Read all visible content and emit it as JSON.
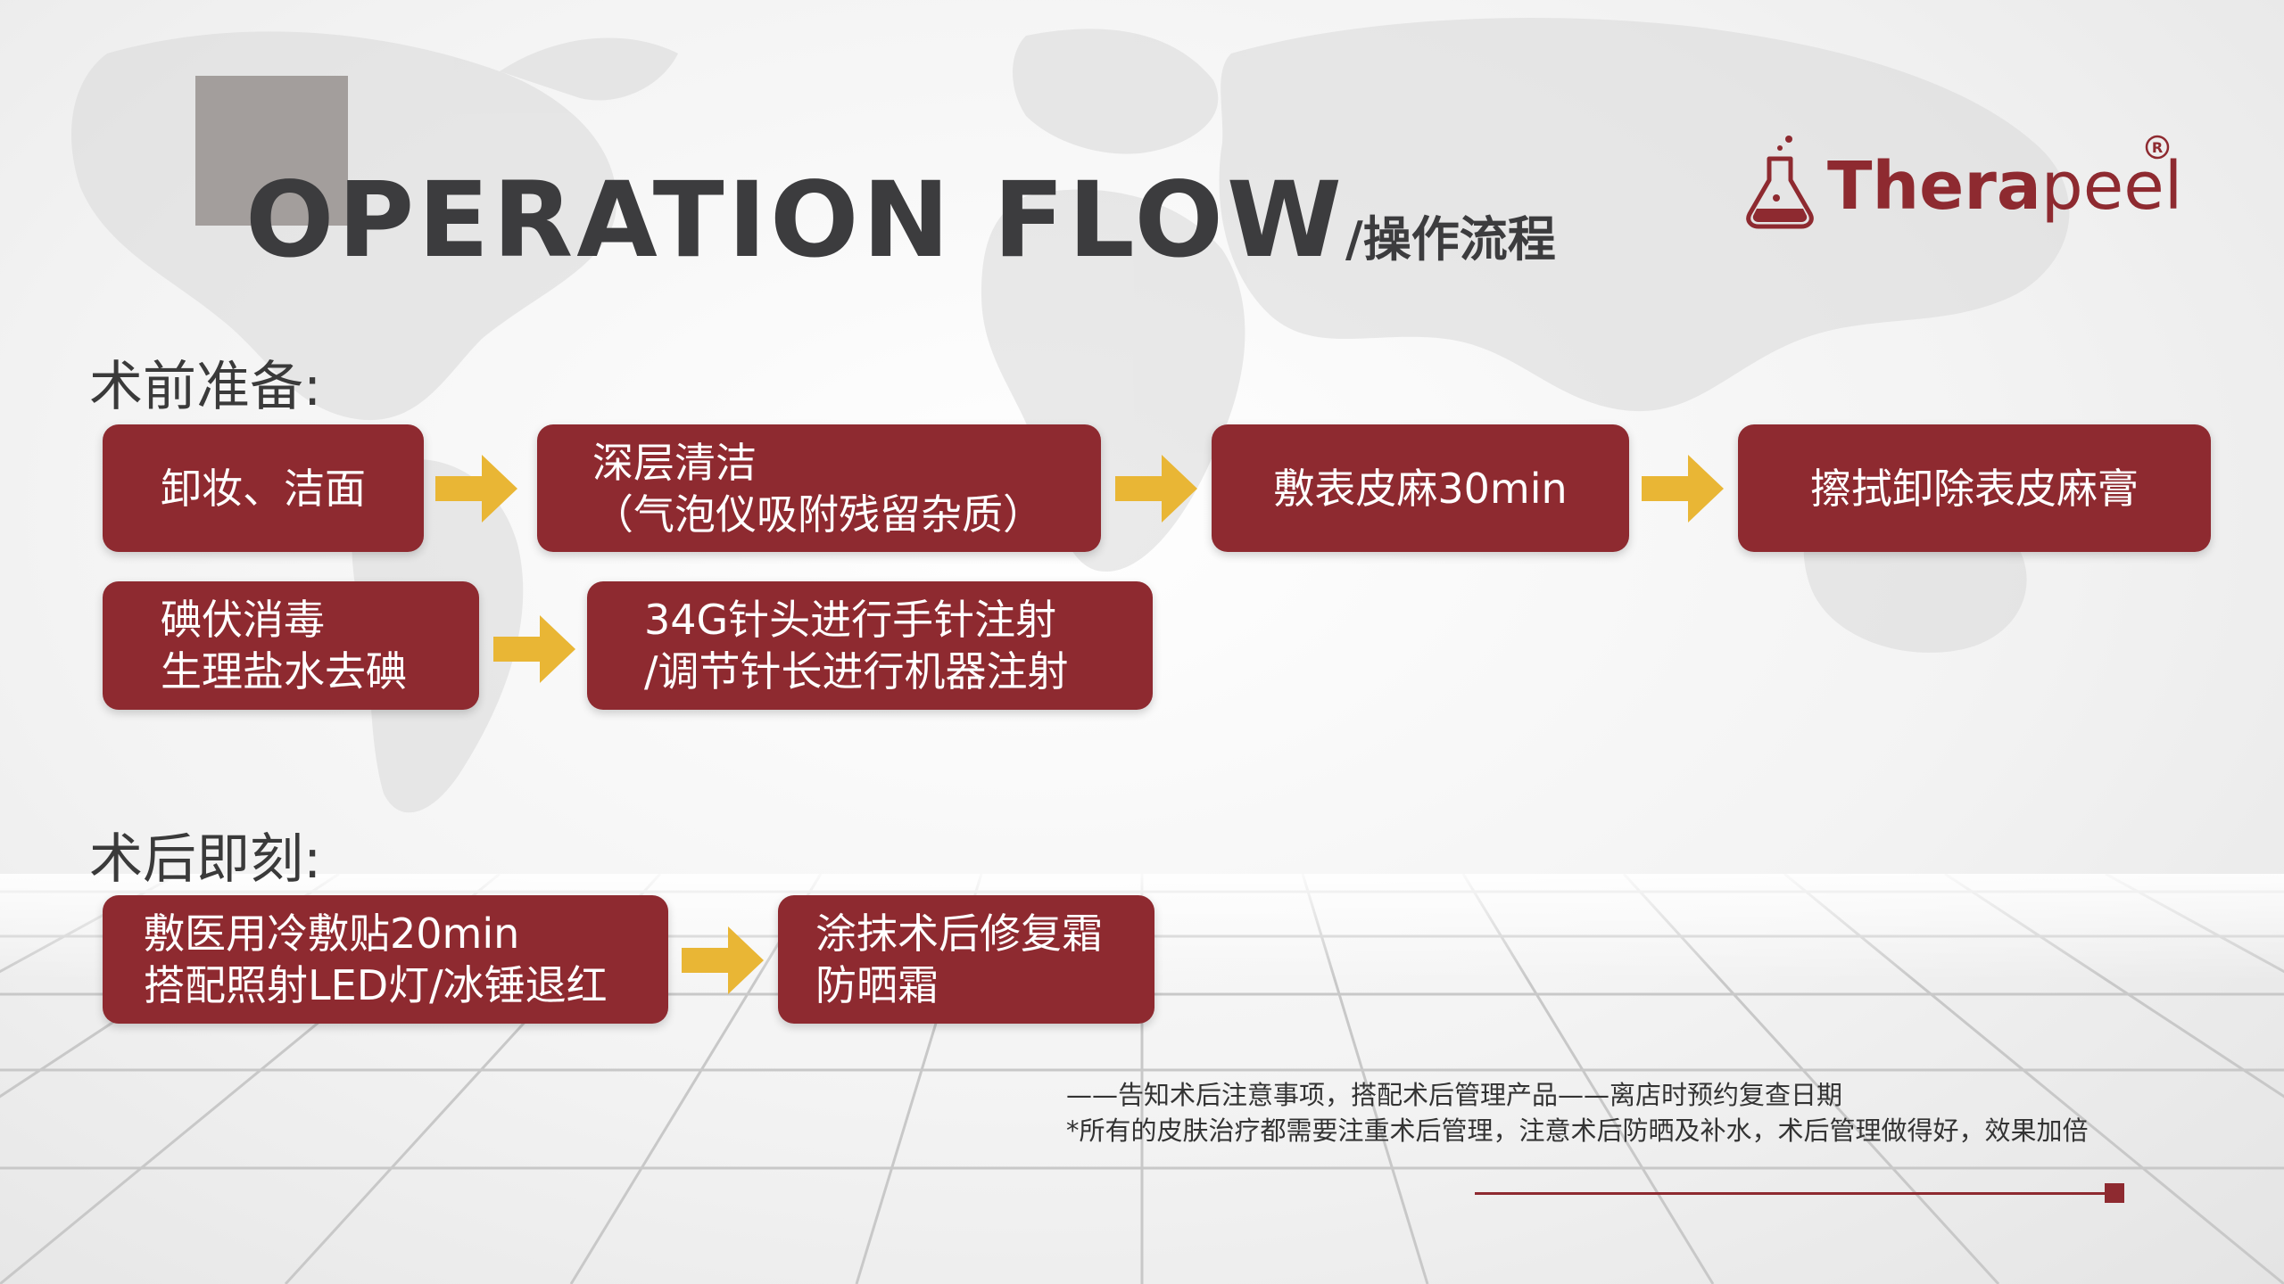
{
  "title": {
    "main": "OPERATION FLOW",
    "sub": "/操作流程"
  },
  "logo": {
    "bold": "Thera",
    "light": "peel",
    "reg": "R"
  },
  "colors": {
    "box": "#8e2a30",
    "arrow": "#e9b635",
    "title": "#3c3c3e",
    "accent_square": "#a39e9c"
  },
  "sections": {
    "pre": {
      "label": "术前准备:",
      "steps": [
        {
          "lines": [
            "卸妆、洁面"
          ]
        },
        {
          "lines": [
            "深层清洁",
            "（气泡仪吸附残留杂质）"
          ]
        },
        {
          "lines": [
            "敷表皮麻30min"
          ]
        },
        {
          "lines": [
            "擦拭卸除表皮麻膏"
          ]
        },
        {
          "lines": [
            "碘伏消毒",
            "生理盐水去碘"
          ]
        },
        {
          "lines": [
            "34G针头进行手针注射",
            "/调节针长进行机器注射"
          ]
        }
      ]
    },
    "post": {
      "label": "术后即刻:",
      "steps": [
        {
          "lines": [
            "敷医用冷敷贴20min",
            "搭配照射LED灯/冰锤退红"
          ]
        },
        {
          "lines": [
            "涂抹术后修复霜",
            "防晒霜"
          ]
        }
      ]
    }
  },
  "notes": [
    "——告知术后注意事项，搭配术后管理产品——离店时预约复查日期",
    "*所有的皮肤治疗都需要注重术后管理，注意术后防晒及补水，术后管理做得好，效果加倍"
  ],
  "icons": {
    "arrow": "arrow-right-icon",
    "logo": "flask-icon",
    "reg": "registered-icon"
  }
}
